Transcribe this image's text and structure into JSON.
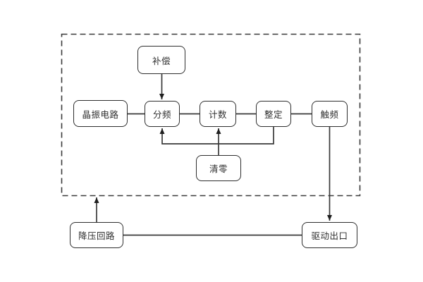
{
  "diagram": {
    "type": "block-diagram",
    "background": "#ffffff",
    "colors": {
      "line": "#3a3a3a",
      "arrow_fill": "#1f1f1f",
      "box_border": "#2e2e2e",
      "box_fill": "#ffffff",
      "text": "#2f2f2f",
      "dashed_border": "#3a3a3a"
    },
    "nodes": [
      {
        "id": "compensation",
        "label": "补偿"
      },
      {
        "id": "crystal-oscillator-circuit",
        "label": "晶振电路"
      },
      {
        "id": "frequency-divider",
        "label": "分频"
      },
      {
        "id": "counter",
        "label": "计数"
      },
      {
        "id": "setting",
        "label": "整定"
      },
      {
        "id": "trigger-frequency",
        "label": "触频"
      },
      {
        "id": "reset",
        "label": "清零"
      },
      {
        "id": "step-down-circuit",
        "label": "降压回路"
      },
      {
        "id": "drive-output",
        "label": "驱动出口"
      }
    ],
    "edges": [
      {
        "from": "补偿",
        "to": "分频",
        "arrow": true
      },
      {
        "from": "晶振电路",
        "to": "分频",
        "arrow": false
      },
      {
        "from": "分频",
        "to": "计数",
        "arrow": false
      },
      {
        "from": "计数",
        "to": "整定",
        "arrow": false
      },
      {
        "from": "整定",
        "to": "触频",
        "arrow": false
      },
      {
        "from": "整定",
        "to": "分频",
        "arrow": true
      },
      {
        "from": "整定",
        "to": "计数",
        "arrow": true
      },
      {
        "from": "清零",
        "to": "计数",
        "arrow": true
      },
      {
        "from": "触频",
        "to": "驱动出口",
        "arrow": true
      },
      {
        "from": "降压回路",
        "to": "虚线框",
        "arrow": true
      },
      {
        "from": "降压回路",
        "to": "驱动出口",
        "arrow": false
      }
    ]
  }
}
